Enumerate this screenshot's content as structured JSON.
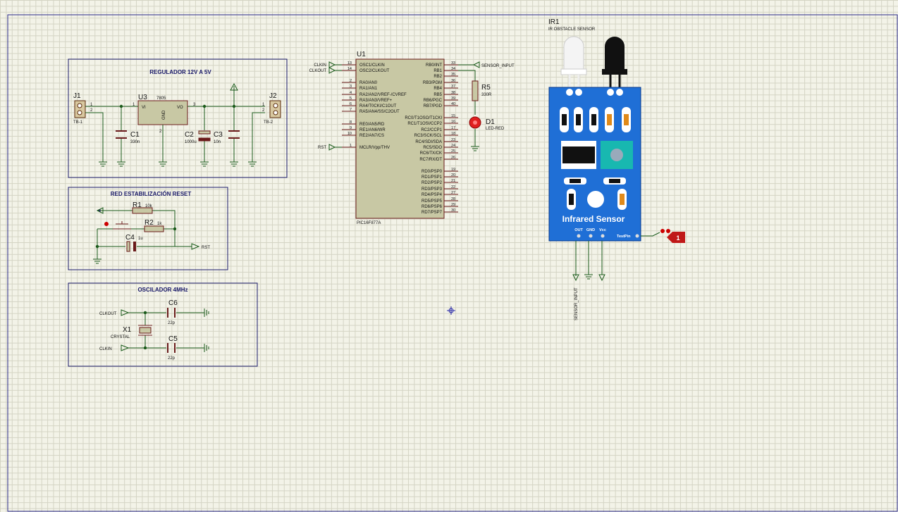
{
  "blocks": {
    "regulador": {
      "title": "REGULADOR 12V A 5V"
    },
    "reset": {
      "title": "RED ESTABILIZACIÓN RESET"
    },
    "oscilador": {
      "title": "OSCILADOR 4MHz"
    }
  },
  "regulator": {
    "j1": {
      "ref": "J1",
      "value": "TB-1",
      "pin1": "1",
      "pin2": "2"
    },
    "j2": {
      "ref": "J2",
      "value": "TB-2",
      "pin1": "1",
      "pin2": "2"
    },
    "u3": {
      "ref": "U3",
      "value": "7805",
      "vi": "VI",
      "vo": "VO",
      "gnd": "GND",
      "pin1": "1",
      "pin2": "2",
      "pin3": "3"
    },
    "c1": {
      "ref": "C1",
      "value": "330n"
    },
    "c2": {
      "ref": "C2",
      "value": "1000u"
    },
    "c3": {
      "ref": "C3",
      "value": "10n"
    }
  },
  "reset_net": {
    "r1": {
      "ref": "R1",
      "value": "10k"
    },
    "r2": {
      "ref": "R2",
      "value": "1k"
    },
    "c4": {
      "ref": "C4",
      "value": "1u"
    },
    "rst_label": "RST"
  },
  "oscillator": {
    "clkout": "CLKOUT",
    "clkin": "CLKIN",
    "x1": {
      "ref": "X1",
      "value": "CRYSTAL"
    },
    "c6": {
      "ref": "C6",
      "value": "22p"
    },
    "c5": {
      "ref": "C5",
      "value": "22p"
    }
  },
  "mcu": {
    "ref": "U1",
    "value": "PIC16F877A",
    "left_pins": [
      {
        "num": "13",
        "name": "OSC1/CLKIN",
        "net": "CLKIN"
      },
      {
        "num": "14",
        "name": "OSC2/CLKOUT",
        "net": "CLKOUT"
      },
      {
        "num": "2",
        "name": "RA0/AN0",
        "net": ""
      },
      {
        "num": "3",
        "name": "RA1/AN1",
        "net": ""
      },
      {
        "num": "4",
        "name": "RA2/AN2/VREF-/CVREF",
        "net": ""
      },
      {
        "num": "5",
        "name": "RA3/AN3/VREF+",
        "net": ""
      },
      {
        "num": "6",
        "name": "RA4/T0CKI/C1OUT",
        "net": ""
      },
      {
        "num": "7",
        "name": "RA5/AN4/SS/C2OUT",
        "net": ""
      },
      {
        "num": "8",
        "name": "RE0/AN5/RD",
        "net": ""
      },
      {
        "num": "9",
        "name": "RE1/AN6/WR",
        "net": ""
      },
      {
        "num": "10",
        "name": "RE2/AN7/CS",
        "net": ""
      },
      {
        "num": "1",
        "name": "MCLR/Vpp/THV",
        "net": "RST"
      }
    ],
    "right_pins": [
      {
        "num": "33",
        "name": "RB0/INT"
      },
      {
        "num": "34",
        "name": "RB1"
      },
      {
        "num": "35",
        "name": "RB2"
      },
      {
        "num": "36",
        "name": "RB3/PGM"
      },
      {
        "num": "37",
        "name": "RB4"
      },
      {
        "num": "38",
        "name": "RB5"
      },
      {
        "num": "39",
        "name": "RB6/PGC"
      },
      {
        "num": "40",
        "name": "RB7/PGD"
      },
      {
        "num": "15",
        "name": "RC0/T1OSO/T1CKI"
      },
      {
        "num": "16",
        "name": "RC1/T1OSI/CCP2"
      },
      {
        "num": "17",
        "name": "RC2/CCP1"
      },
      {
        "num": "18",
        "name": "RC3/SCK/SCL"
      },
      {
        "num": "23",
        "name": "RC4/SDI/SDA"
      },
      {
        "num": "24",
        "name": "RC5/SDO"
      },
      {
        "num": "25",
        "name": "RC6/TX/CK"
      },
      {
        "num": "26",
        "name": "RC7/RX/DT"
      },
      {
        "num": "19",
        "name": "RD0/PSP0"
      },
      {
        "num": "20",
        "name": "RD1/PSP1"
      },
      {
        "num": "21",
        "name": "RD2/PSP2"
      },
      {
        "num": "22",
        "name": "RD3/PSP3"
      },
      {
        "num": "27",
        "name": "RD4/PSP4"
      },
      {
        "num": "28",
        "name": "RD5/PSP5"
      },
      {
        "num": "29",
        "name": "RD6/PSP6"
      },
      {
        "num": "30",
        "name": "RD7/PSP7"
      }
    ],
    "sensor_input_net": "SENSOR_INPUT"
  },
  "led_branch": {
    "r5": {
      "ref": "R5",
      "value": "330R"
    },
    "d1": {
      "ref": "D1",
      "value": "LED-RED"
    }
  },
  "sensor": {
    "ref": "IR1",
    "value": "IR OBSTACLE SENSOR",
    "label": "Infrared Sensor",
    "pins": [
      "OUT",
      "GND",
      "Vcc"
    ],
    "testpin": "TestPin",
    "probe": "1",
    "out_net": "SENSOR_INPUT",
    "board_color": "#1f6fd6"
  }
}
